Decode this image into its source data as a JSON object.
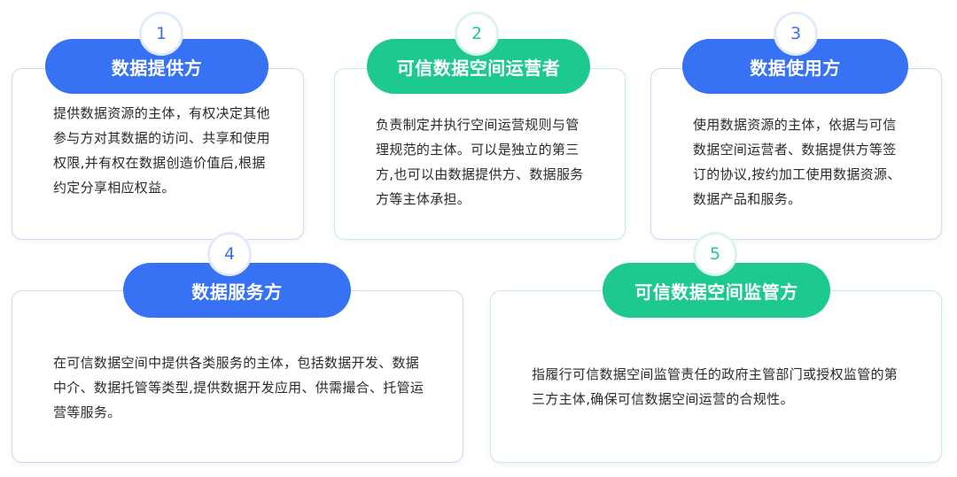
{
  "roles": [
    {
      "number": "1",
      "title": "数据提供方",
      "description": "提供数据资源的主体，有权决定其他参与方对其数据的访问、共享和使用权限,并有权在数据创造价值后,根据约定分享相应权益。",
      "theme": "#3772f4"
    },
    {
      "number": "2",
      "title": "可信数据空间运营者",
      "description": "负责制定并执行空间运营规则与管理规范的主体。可以是独立的第三方,也可以由数据提供方、数据服务方等主体承担。",
      "theme": "#1dc98e"
    },
    {
      "number": "3",
      "title": "数据使用方",
      "description": "使用数据资源的主体，依据与可信数据空间运营者、数据提供方等签订的协议,按约加工使用数据资源、数据产品和服务。",
      "theme": "#3772f4"
    },
    {
      "number": "4",
      "title": "数据服务方",
      "description": "在可信数据空间中提供各类服务的主体，包括数据开发、数据中介、数据托管等类型,提供数据开发应用、供需撮合、托管运营等服务。",
      "theme": "#3772f4"
    },
    {
      "number": "5",
      "title": "可信数据空间监管方",
      "description": "指履行可信数据空间监管责任的政府主管部门或授权监管的第三方主体,确保可信数据空间运营的合规性。",
      "theme": "#1dc98e"
    }
  ]
}
